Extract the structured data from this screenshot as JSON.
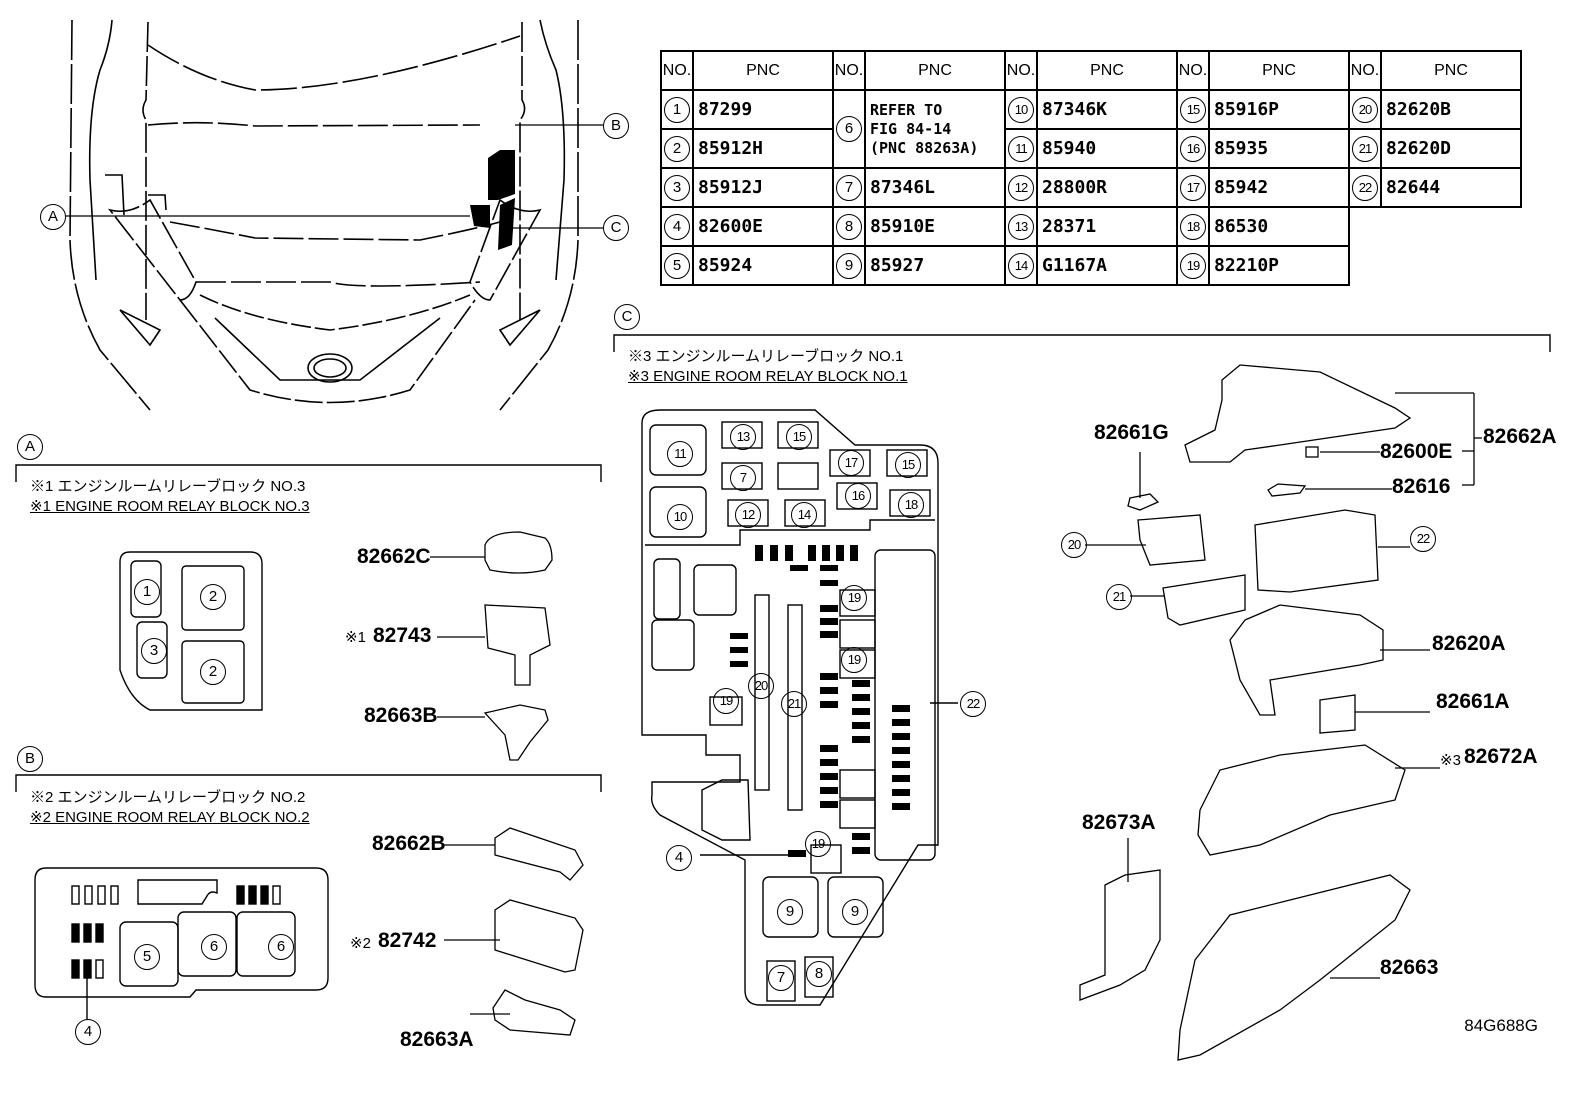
{
  "figure_id": "84G688G",
  "callouts": {
    "A": "A",
    "B": "B",
    "C": "C"
  },
  "table": {
    "header_no": "NO.",
    "header_pnc": "PNC",
    "columns": [
      [
        {
          "no": "1",
          "pnc": "87299"
        },
        {
          "no": "2",
          "pnc": "85912H"
        },
        {
          "no": "3",
          "pnc": "85912J"
        },
        {
          "no": "4",
          "pnc": "82600E"
        },
        {
          "no": "5",
          "pnc": "85924"
        }
      ],
      [
        {
          "no": "6",
          "pnc": "REFER TO FIG 84-14 (PNC 88263A)"
        },
        {
          "no": "7",
          "pnc": "87346L"
        },
        {
          "no": "8",
          "pnc": "85910E"
        },
        {
          "no": "9",
          "pnc": "85927"
        }
      ],
      [
        {
          "no": "10",
          "pnc": "87346K"
        },
        {
          "no": "11",
          "pnc": "85940"
        },
        {
          "no": "12",
          "pnc": "28800R"
        },
        {
          "no": "13",
          "pnc": "28371"
        },
        {
          "no": "14",
          "pnc": "G1167A"
        }
      ],
      [
        {
          "no": "15",
          "pnc": "85916P"
        },
        {
          "no": "16",
          "pnc": "85935"
        },
        {
          "no": "17",
          "pnc": "85942"
        },
        {
          "no": "18",
          "pnc": "86530"
        },
        {
          "no": "19",
          "pnc": "82210P"
        }
      ],
      [
        {
          "no": "20",
          "pnc": "82620B"
        },
        {
          "no": "21",
          "pnc": "82620D"
        },
        {
          "no": "22",
          "pnc": "82644"
        }
      ]
    ],
    "refer_lines": [
      "REFER TO",
      "FIG 84-14",
      "(PNC 88263A)"
    ]
  },
  "section_a": {
    "jp": "※1 エンジンルームリレーブロック NO.3",
    "en": "※1 ENGINE ROOM RELAY BLOCK NO.3",
    "parts": [
      {
        "note": "",
        "pnc": "82662C"
      },
      {
        "note": "※1",
        "pnc": "82743"
      },
      {
        "note": "",
        "pnc": "82663B"
      }
    ],
    "slots": [
      "1",
      "2",
      "3",
      "2"
    ]
  },
  "section_b": {
    "jp": "※2 エンジンルームリレーブロック NO.2",
    "en": "※2 ENGINE ROOM RELAY BLOCK NO.2",
    "parts": [
      {
        "note": "",
        "pnc": "82662B"
      },
      {
        "note": "※2",
        "pnc": "82742"
      },
      {
        "note": "",
        "pnc": "82663A"
      }
    ],
    "slots": [
      "5",
      "6",
      "6",
      "4"
    ]
  },
  "section_c": {
    "jp": "※3 エンジンルームリレーブロック NO.1",
    "en": "※3 ENGINE ROOM RELAY BLOCK NO.1",
    "slots": [
      "11",
      "13",
      "15",
      "7",
      "17",
      "15",
      "16",
      "18",
      "10",
      "12",
      "14",
      "19",
      "19",
      "19",
      "20",
      "21",
      "22",
      "4",
      "19",
      "9",
      "9",
      "7",
      "8"
    ],
    "parts": {
      "p82661G": "82661G",
      "p82600E": "82600E",
      "p82616": "82616",
      "p82662A": "82662A",
      "p82620A": "82620A",
      "p82661A": "82661A",
      "p82672A_note": "※3",
      "p82672A": "82672A",
      "p82673A": "82673A",
      "p82663": "82663",
      "c20": "20",
      "c21": "21",
      "c22": "22"
    }
  }
}
